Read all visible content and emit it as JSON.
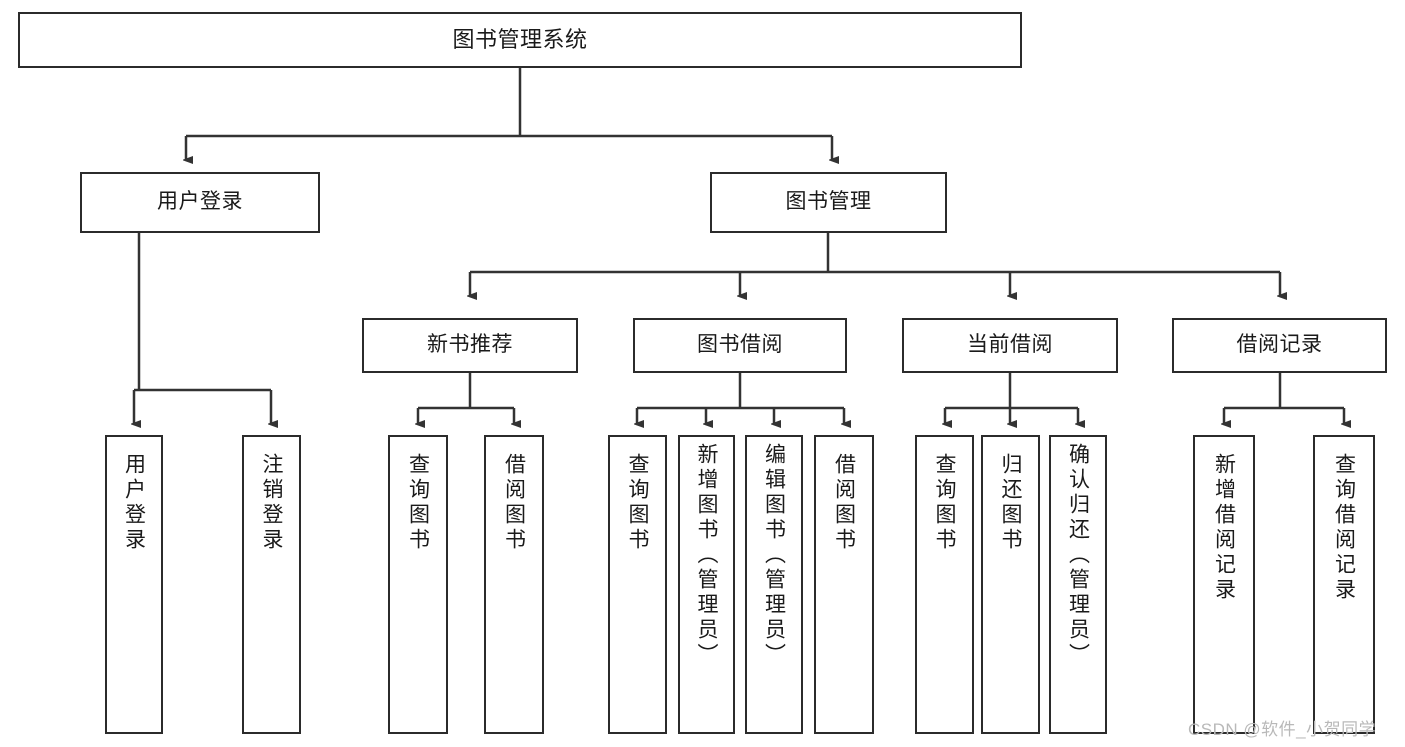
{
  "diagram": {
    "type": "tree",
    "title": "图书管理系统",
    "watermark": "CSDN @软件_小贺同学",
    "colors": {
      "box_border": "#2b2b2b",
      "box_fill": "#ffffff",
      "connector": "#333333",
      "text": "#1a1a1a",
      "watermark": "#b9b9b9"
    },
    "nodes": {
      "root": "图书管理系统",
      "level2": [
        {
          "label": "用户登录"
        },
        {
          "label": "图书管理"
        }
      ],
      "level3": [
        {
          "label": "新书推荐"
        },
        {
          "label": "图书借阅"
        },
        {
          "label": "当前借阅"
        },
        {
          "label": "借阅记录"
        }
      ],
      "leaves_user_login": [
        {
          "label": "用户登录"
        },
        {
          "label": "注销登录"
        }
      ],
      "leaves_new_books": [
        {
          "label": "查询图书"
        },
        {
          "label": "借阅图书"
        }
      ],
      "leaves_borrow": [
        {
          "label": "查询图书"
        },
        {
          "label": "新增图书（管理员）"
        },
        {
          "label": "编辑图书（管理员）"
        },
        {
          "label": "借阅图书"
        }
      ],
      "leaves_current": [
        {
          "label": "查询图书"
        },
        {
          "label": "归还图书"
        },
        {
          "label": "确认归还（管理员）"
        }
      ],
      "leaves_records": [
        {
          "label": "新增借阅记录"
        },
        {
          "label": "查询借阅记录"
        }
      ]
    }
  }
}
